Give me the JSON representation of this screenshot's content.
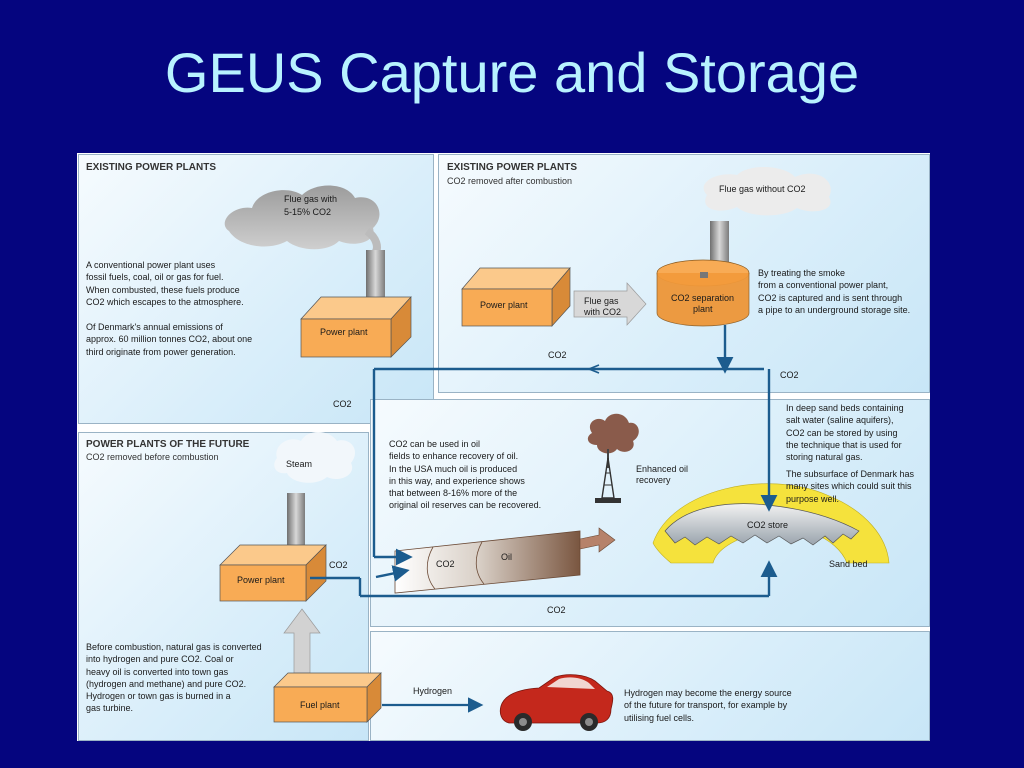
{
  "slide": {
    "title": "GEUS Capture and Storage"
  },
  "panels": {
    "existing_top_left": {
      "heading": "EXISTING POWER PLANTS",
      "cloud_label_1": "Flue gas with",
      "cloud_label_2": "5-15% CO2",
      "plant_label": "Power plant",
      "description": "A conventional power plant uses\nfossil fuels, coal, oil or gas for fuel.\nWhen combusted, these fuels produce\nCO2 which escapes to the atmosphere.",
      "emissions": "Of Denmark's annual emissions of\napprox. 60 million tonnes CO2, about one\nthird originate from power generation."
    },
    "existing_top_right": {
      "heading": "EXISTING POWER PLANTS",
      "subheading": "CO2 removed after combustion",
      "cloud_label": "Flue gas without CO2",
      "plant_label": "Power plant",
      "flue_arrow_label_1": "Flue gas",
      "flue_arrow_label_2": "with CO2",
      "separation_label_1": "CO2 separation",
      "separation_label_2": "plant",
      "description": "By treating the smoke\nfrom a conventional power plant,\nCO2 is captured and is sent through\na pipe to an underground storage site."
    },
    "future": {
      "heading": "POWER PLANTS OF THE FUTURE",
      "subheading": "CO2 removed before combustion",
      "steam_label": "Steam",
      "plant_label": "Power plant",
      "fuel_plant_label": "Fuel plant",
      "hydrogen_label": "Hydrogen",
      "description": "Before combustion, natural gas is converted\ninto hydrogen and pure CO2. Coal or\nheavy oil is converted into town gas\n(hydrogen and methane) and pure CO2.\nHydrogen or town gas is burned in a\ngas turbine.",
      "transport_text": "Hydrogen may become the energy source\nof the future for transport, for example by\nutilising fuel cells."
    },
    "storage": {
      "oil_text": "CO2 can be used in oil\nfields to enhance recovery of oil.\nIn the USA much oil is produced\nin this way, and experience shows\nthat between 8-16% more of the\noriginal oil reserves can be recovered.",
      "enhanced_label_1": "Enhanced oil",
      "enhanced_label_2": "recovery",
      "co2_tube_label": "CO2",
      "oil_tube_label": "Oil",
      "saline_text": "In deep sand beds containing\nsalt water (saline aquifers),\nCO2 can be stored by using\nthe technique that is used for\nstoring natural gas.",
      "denmark_text": "The subsurface of Denmark has\nmany sites which could suit this\npurpose well.",
      "store_label": "CO2 store",
      "sand_label": "Sand bed"
    },
    "flow_labels": {
      "co2_top_center": "CO2",
      "co2_top_right": "CO2",
      "co2_left": "CO2",
      "co2_future": "CO2",
      "co2_bottom": "CO2"
    }
  },
  "colors": {
    "background": "#05057f",
    "title": "#b8f2ff",
    "box_orange": "#f8ab55",
    "pipe_blue": "#1c5c8e",
    "car_red": "#c4281c",
    "sand_yellow": "#f5e23c"
  }
}
